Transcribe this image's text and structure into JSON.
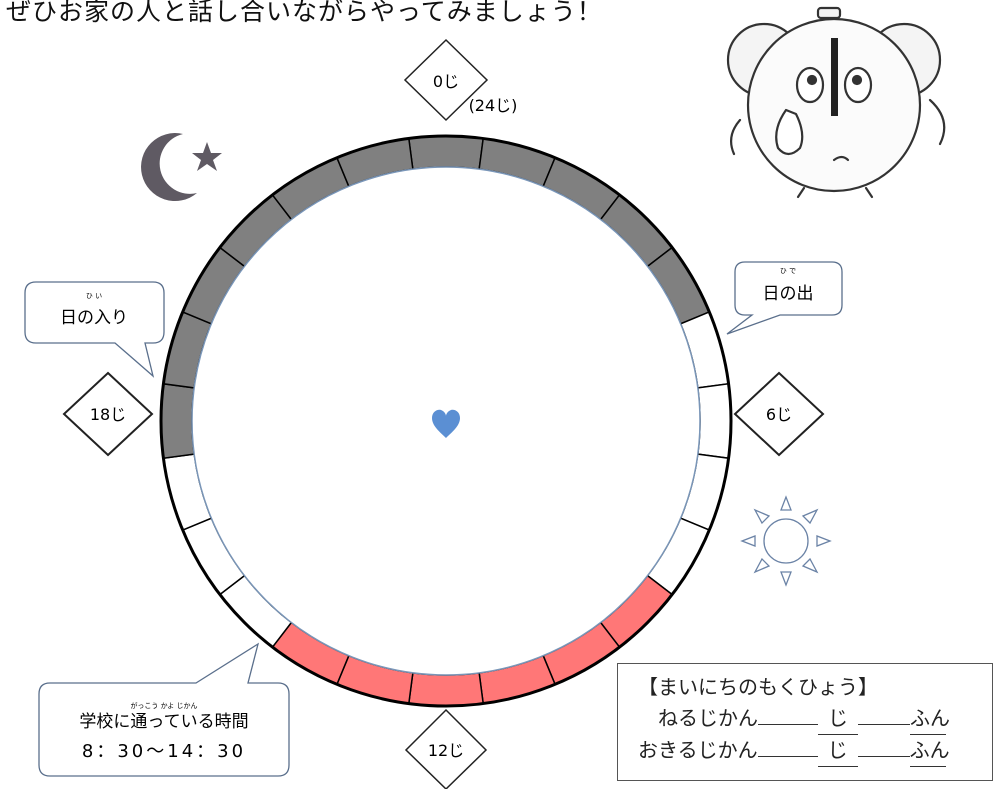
{
  "intro": "ぜひお家の人と話し合いながらやってみましょう！",
  "hour_labels": {
    "h0": "0じ",
    "h0_alt": "(24じ)",
    "h6": "6じ",
    "h12": "12じ",
    "h18": "18じ"
  },
  "callouts": {
    "sunrise": "日の出",
    "sunrise_ruby": "ひ   で",
    "sunset": "日の入り",
    "sunset_ruby": "ひ  い",
    "school_line1": "学校に通っている時間",
    "school_ruby": "がっこう   かよ          じかん",
    "school_line2": "8：30〜14：30"
  },
  "goals": {
    "title": "【まいにちのもくひょう】",
    "sleep_label": "ねるじかん",
    "wake_label": "おきるじかん",
    "hour_unit": "じ",
    "minute_unit": "ふん"
  },
  "clock": {
    "segments": 24,
    "night_hours": [
      18,
      5
    ],
    "school_hours": [
      8,
      14
    ],
    "colors": {
      "night": "#808080",
      "school": "#ff7777",
      "empty": "#ffffff",
      "heart": "#5b8fd3",
      "moon": "#5f5a63"
    }
  },
  "icons": {
    "moon": "crescent-moon-star-icon",
    "sun": "sun-icon",
    "heart": "heart-icon",
    "alarm_clock": "alarm-clock-character-icon"
  }
}
